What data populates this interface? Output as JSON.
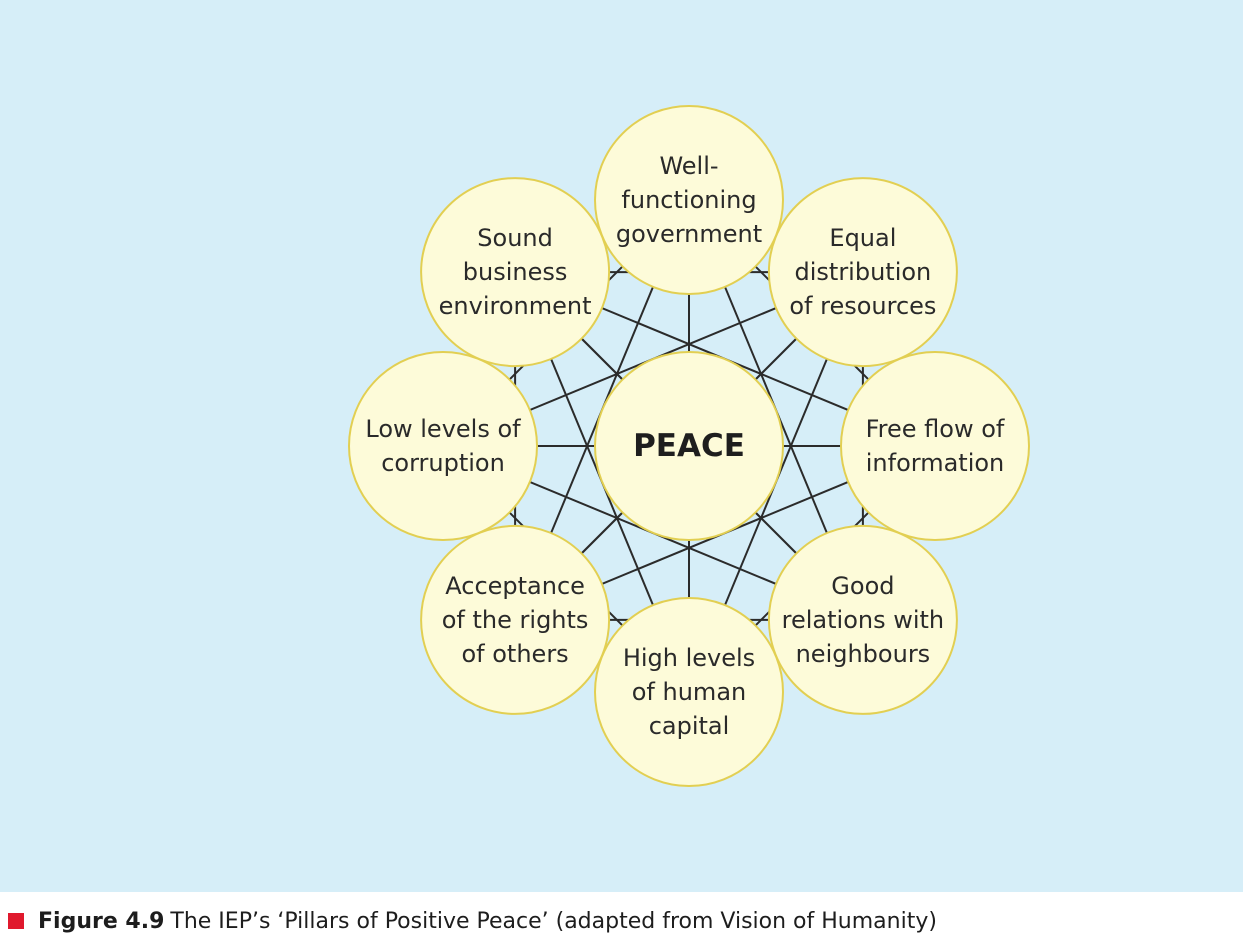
{
  "diagram": {
    "center": "PEACE",
    "pillars": [
      {
        "id": "government",
        "lines": [
          "Well-",
          "functioning",
          "government"
        ]
      },
      {
        "id": "resources",
        "lines": [
          "Equal",
          "distribution",
          "of resources"
        ]
      },
      {
        "id": "information",
        "lines": [
          "Free flow of",
          "information"
        ]
      },
      {
        "id": "neighbours",
        "lines": [
          "Good",
          "relations with",
          "neighbours"
        ]
      },
      {
        "id": "human-capital",
        "lines": [
          "High levels",
          "of human",
          "capital"
        ]
      },
      {
        "id": "rights",
        "lines": [
          "Acceptance",
          "of the rights",
          "of others"
        ]
      },
      {
        "id": "corruption",
        "lines": [
          "Low levels of",
          "corruption"
        ]
      },
      {
        "id": "business",
        "lines": [
          "Sound",
          "business",
          "environment"
        ]
      }
    ]
  },
  "caption": {
    "label": "Figure 4.9",
    "text": "The IEP’s ‘Pillars of Positive Peace’ (adapted from Vision of Humanity)"
  },
  "colors": {
    "background": "#d6eef8",
    "node_fill": "#fdfbd9",
    "node_stroke": "#e2cf52",
    "edge": "#2b2b2b",
    "marker": "#e0192d"
  }
}
